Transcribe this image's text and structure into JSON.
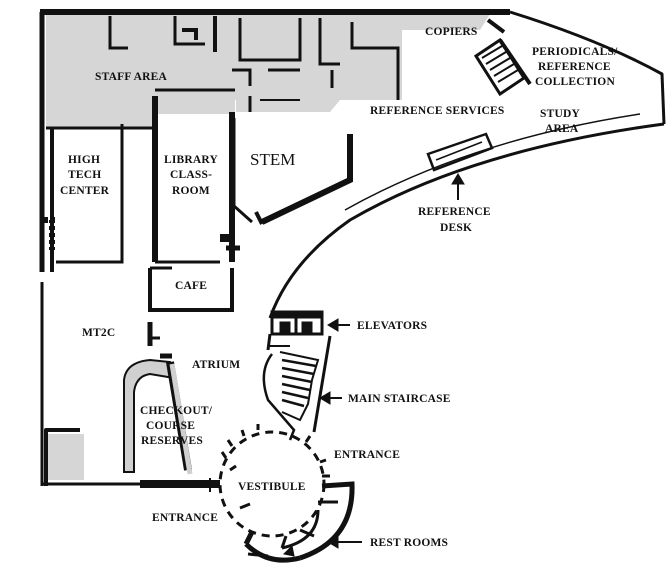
{
  "floor_plan": {
    "labels": {
      "copiers": "COPIERS",
      "periodicals": [
        "PERIODICALS/",
        "REFERENCE",
        "COLLECTION"
      ],
      "staff_area": "STAFF AREA",
      "reference_services": "REFERENCE SERVICES",
      "study_area": [
        "STUDY",
        "AREA"
      ],
      "high_tech_center": [
        "HIGH",
        "TECH",
        "CENTER"
      ],
      "library_classroom": [
        "LIBRARY",
        "CLASS-",
        "ROOM"
      ],
      "stem": "STEM",
      "reference_desk": [
        "REFERENCE",
        "DESK"
      ],
      "cafe": "CAFE",
      "mt2c": "MT2C",
      "elevators": "ELEVATORS",
      "atrium": "ATRIUM",
      "main_staircase": "MAIN STAIRCASE",
      "checkout": [
        "CHECKOUT/",
        "COURSE",
        "RESERVES"
      ],
      "entrance_right": "ENTRANCE",
      "vestibule": "VESTIBULE",
      "entrance_bottom": "ENTRANCE",
      "rest_rooms": "REST ROOMS"
    },
    "colors": {
      "wall": "#111111",
      "staff_fill": "#d6d6d6",
      "background": "#ffffff"
    }
  }
}
